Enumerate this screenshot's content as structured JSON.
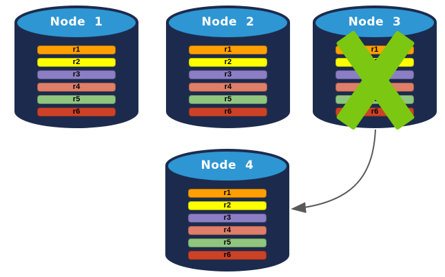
{
  "diagram": {
    "description": "Replicated database cluster: failed node re-replicates its shards to a new node",
    "background": "#ffffff",
    "node_colors": {
      "body": "#1C2B4D",
      "cap": "#2E96D3"
    },
    "shards": [
      {
        "label": "r1",
        "color": "#FFA000"
      },
      {
        "label": "r2",
        "color": "#FFFF00"
      },
      {
        "label": "r3",
        "color": "#8C7EC4"
      },
      {
        "label": "r4",
        "color": "#DF7E69"
      },
      {
        "label": "r5",
        "color": "#90C57F"
      },
      {
        "label": "r6",
        "color": "#CC4227"
      }
    ],
    "nodes": [
      {
        "label": "Node  1",
        "failed": false
      },
      {
        "label": "Node  2",
        "failed": false
      },
      {
        "label": "Node  3",
        "failed": true
      },
      {
        "label": "Node  4",
        "failed": false
      }
    ],
    "failure_mark": {
      "shape": "x-cross",
      "color": "#7CC711"
    },
    "arrow": {
      "color": "#595959",
      "from": "node-3",
      "to": "node-4"
    }
  }
}
